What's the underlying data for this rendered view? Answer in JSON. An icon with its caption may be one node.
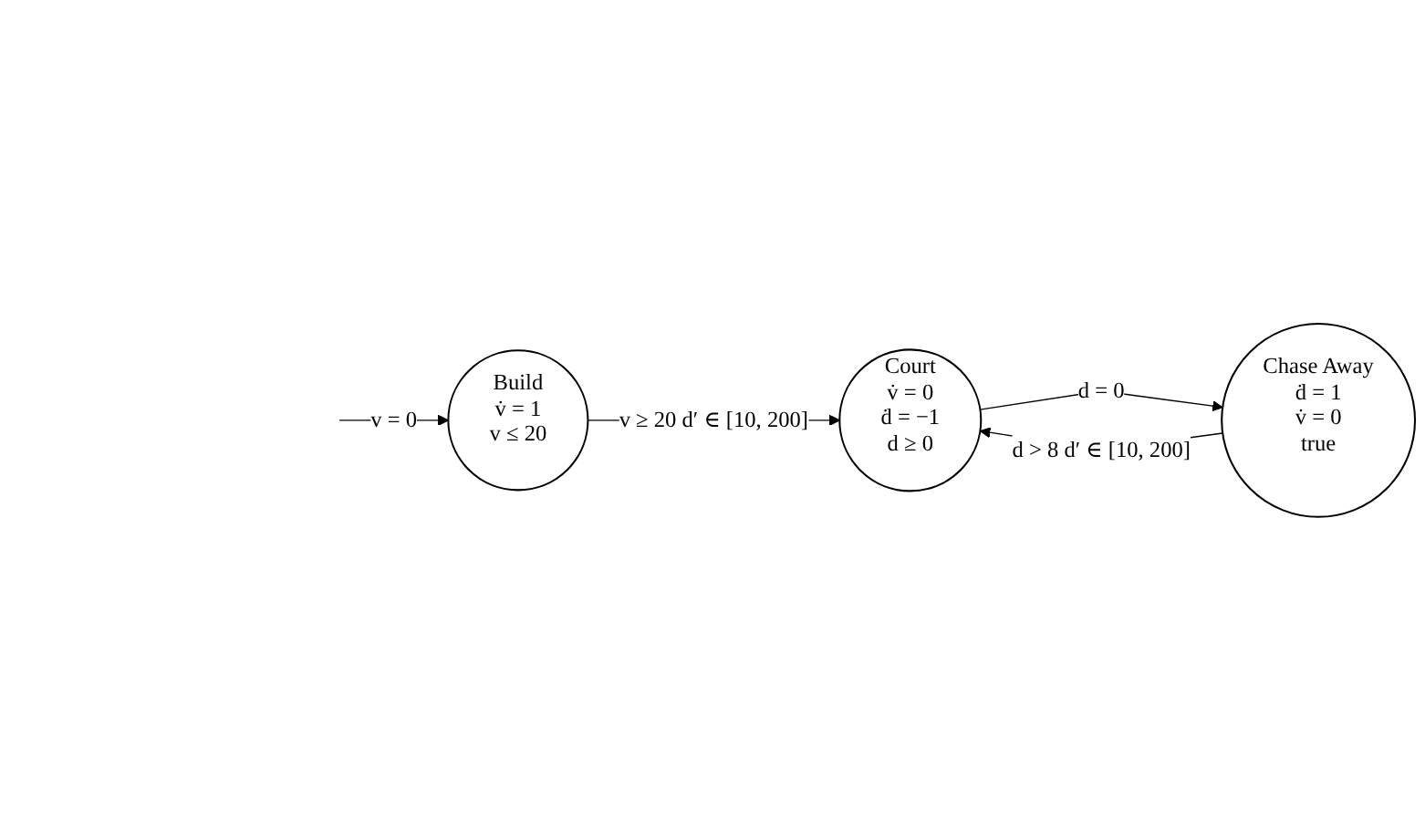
{
  "diagram": {
    "nodes": [
      {
        "text": [
          "Court",
          "v̇ = 0",
          "ḋ = −1",
          "d ≥ 0"
        ]
      },
      {
        "text": [
          "Build",
          "v̇ = 1",
          "v ≤ 20"
        ]
      },
      {
        "text": [
          "Chase Away",
          "ḋ = 1",
          "v̇ = 0",
          "true"
        ]
      }
    ],
    "edges": [
      {
        "from": null,
        "to": 1,
        "arrow": "to",
        "label": "v = 0"
      },
      {
        "from": 1,
        "to": 0,
        "arrow": "to",
        "label": "v ≥ 20 d′ ∈ [10, 200]"
      },
      {
        "from": 0,
        "to": 2,
        "arrow": "to",
        "label": "d = 0"
      },
      {
        "from": 2,
        "to": 0,
        "arrow": "to",
        "label": "d > 8 d′ ∈ [10, 200]"
      }
    ]
  }
}
